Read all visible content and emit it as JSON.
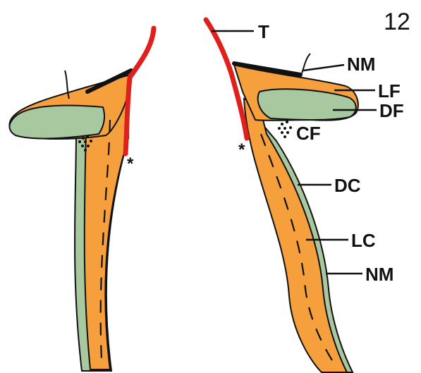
{
  "figure_number": "12",
  "asterisk": "*",
  "labels": {
    "T": "T",
    "NM_top": "NM",
    "LF": "LF",
    "DF": "DF",
    "CF": "CF",
    "DC": "DC",
    "LC": "LC",
    "NM_bottom": "NM"
  },
  "colors": {
    "orange": "#F5A03C",
    "green": "#A8C9A0",
    "red": "#E0201C",
    "black": "#111111"
  }
}
